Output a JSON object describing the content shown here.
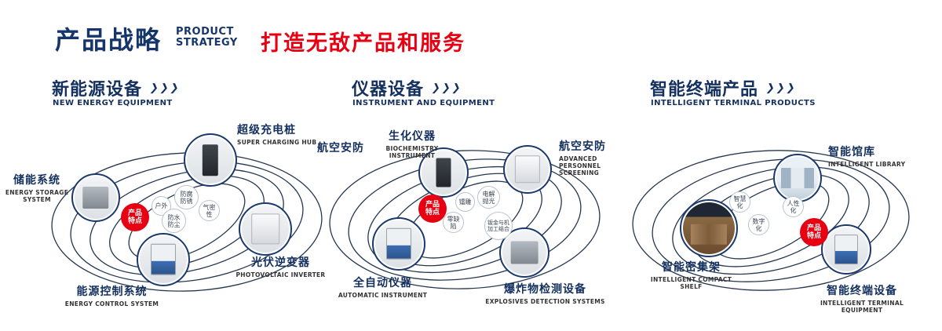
{
  "header": {
    "title_cn": "产品战略",
    "title_en1": "PRODUCT",
    "title_en2": "STRATEGY",
    "slogan": "打造无敌产品和服务"
  },
  "colors": {
    "navy": "#16366b",
    "red": "#e60012"
  },
  "sections": [
    {
      "title_cn": "新能源设备",
      "title_en": "NEW ENERGY EQUIPMENT",
      "arrows": "❯❯❯",
      "feature_label": "产品特点",
      "features": [
        "户外",
        "防腐防锈",
        "气密性",
        "防水防尘"
      ],
      "products": [
        {
          "cn": "储能系统",
          "en": "ENERGY STORAGE SYSTEM"
        },
        {
          "cn": "超级充电桩",
          "en": "SUPER CHARGING HUB"
        },
        {
          "cn": "光伏逆变器",
          "en": "PHOTOVOLTAIC INVERTER"
        },
        {
          "cn": "能源控制系统",
          "en": "ENERGY CONTROL SYSTEM"
        }
      ]
    },
    {
      "title_cn": "仪器设备",
      "title_en": "INSTRUMENT AND EQUIPMENT",
      "arrows": "❯❯❯",
      "feature_label": "产品特点",
      "side_label": "航空安防",
      "features": [
        "镭雕",
        "电解抛光",
        "零缺陷",
        "钣金与机加工结合"
      ],
      "products": [
        {
          "cn": "生化仪器",
          "en": "BIOCHEMISTRY INSTRUMENT"
        },
        {
          "cn": "航空安防",
          "en": "ADVANCED PERSONNEL SCREENING"
        },
        {
          "cn": "全自动仪器",
          "en": "AUTOMATIC INSTRUMENT"
        },
        {
          "cn": "爆炸物检测设备",
          "en": "EXPLOSIVES DETECTION SYSTEMS"
        }
      ]
    },
    {
      "title_cn": "智能终端产品",
      "title_en": "INTELLIGENT TERMINAL PRODUCTS",
      "arrows": "❯❯❯",
      "feature_label": "产品特点",
      "features": [
        "智慧化",
        "人性化",
        "数字化"
      ],
      "products": [
        {
          "cn": "智能馆库",
          "en": "INTELLIGENT LIBRARY"
        },
        {
          "cn": "智能密集架",
          "en": "INTELLIGENT COMPACT SHELF"
        },
        {
          "cn": "智能终端设备",
          "en": "INTELLIGENT TERMINAL EQUIPMENT"
        }
      ]
    }
  ]
}
